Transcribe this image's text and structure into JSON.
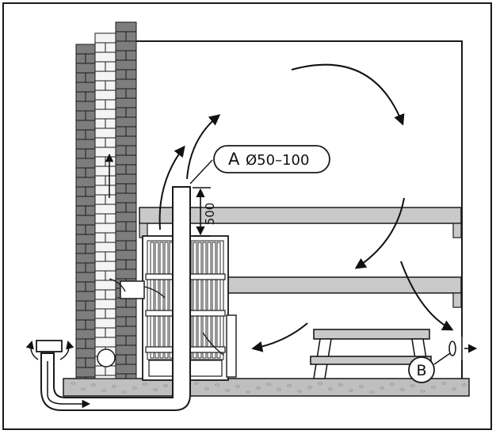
{
  "labels": {
    "a_letter": "A",
    "a_diameter": "Ø50–100",
    "b_letter": "B",
    "height": "500"
  },
  "colors": {
    "outline": "#1a1a1a",
    "brick_dark": "#7d7d7d",
    "brick_light": "#f4f4f4",
    "bench": "#c9c9c9",
    "floor": "#bfbfbf",
    "stone": "#9a9a9a"
  }
}
